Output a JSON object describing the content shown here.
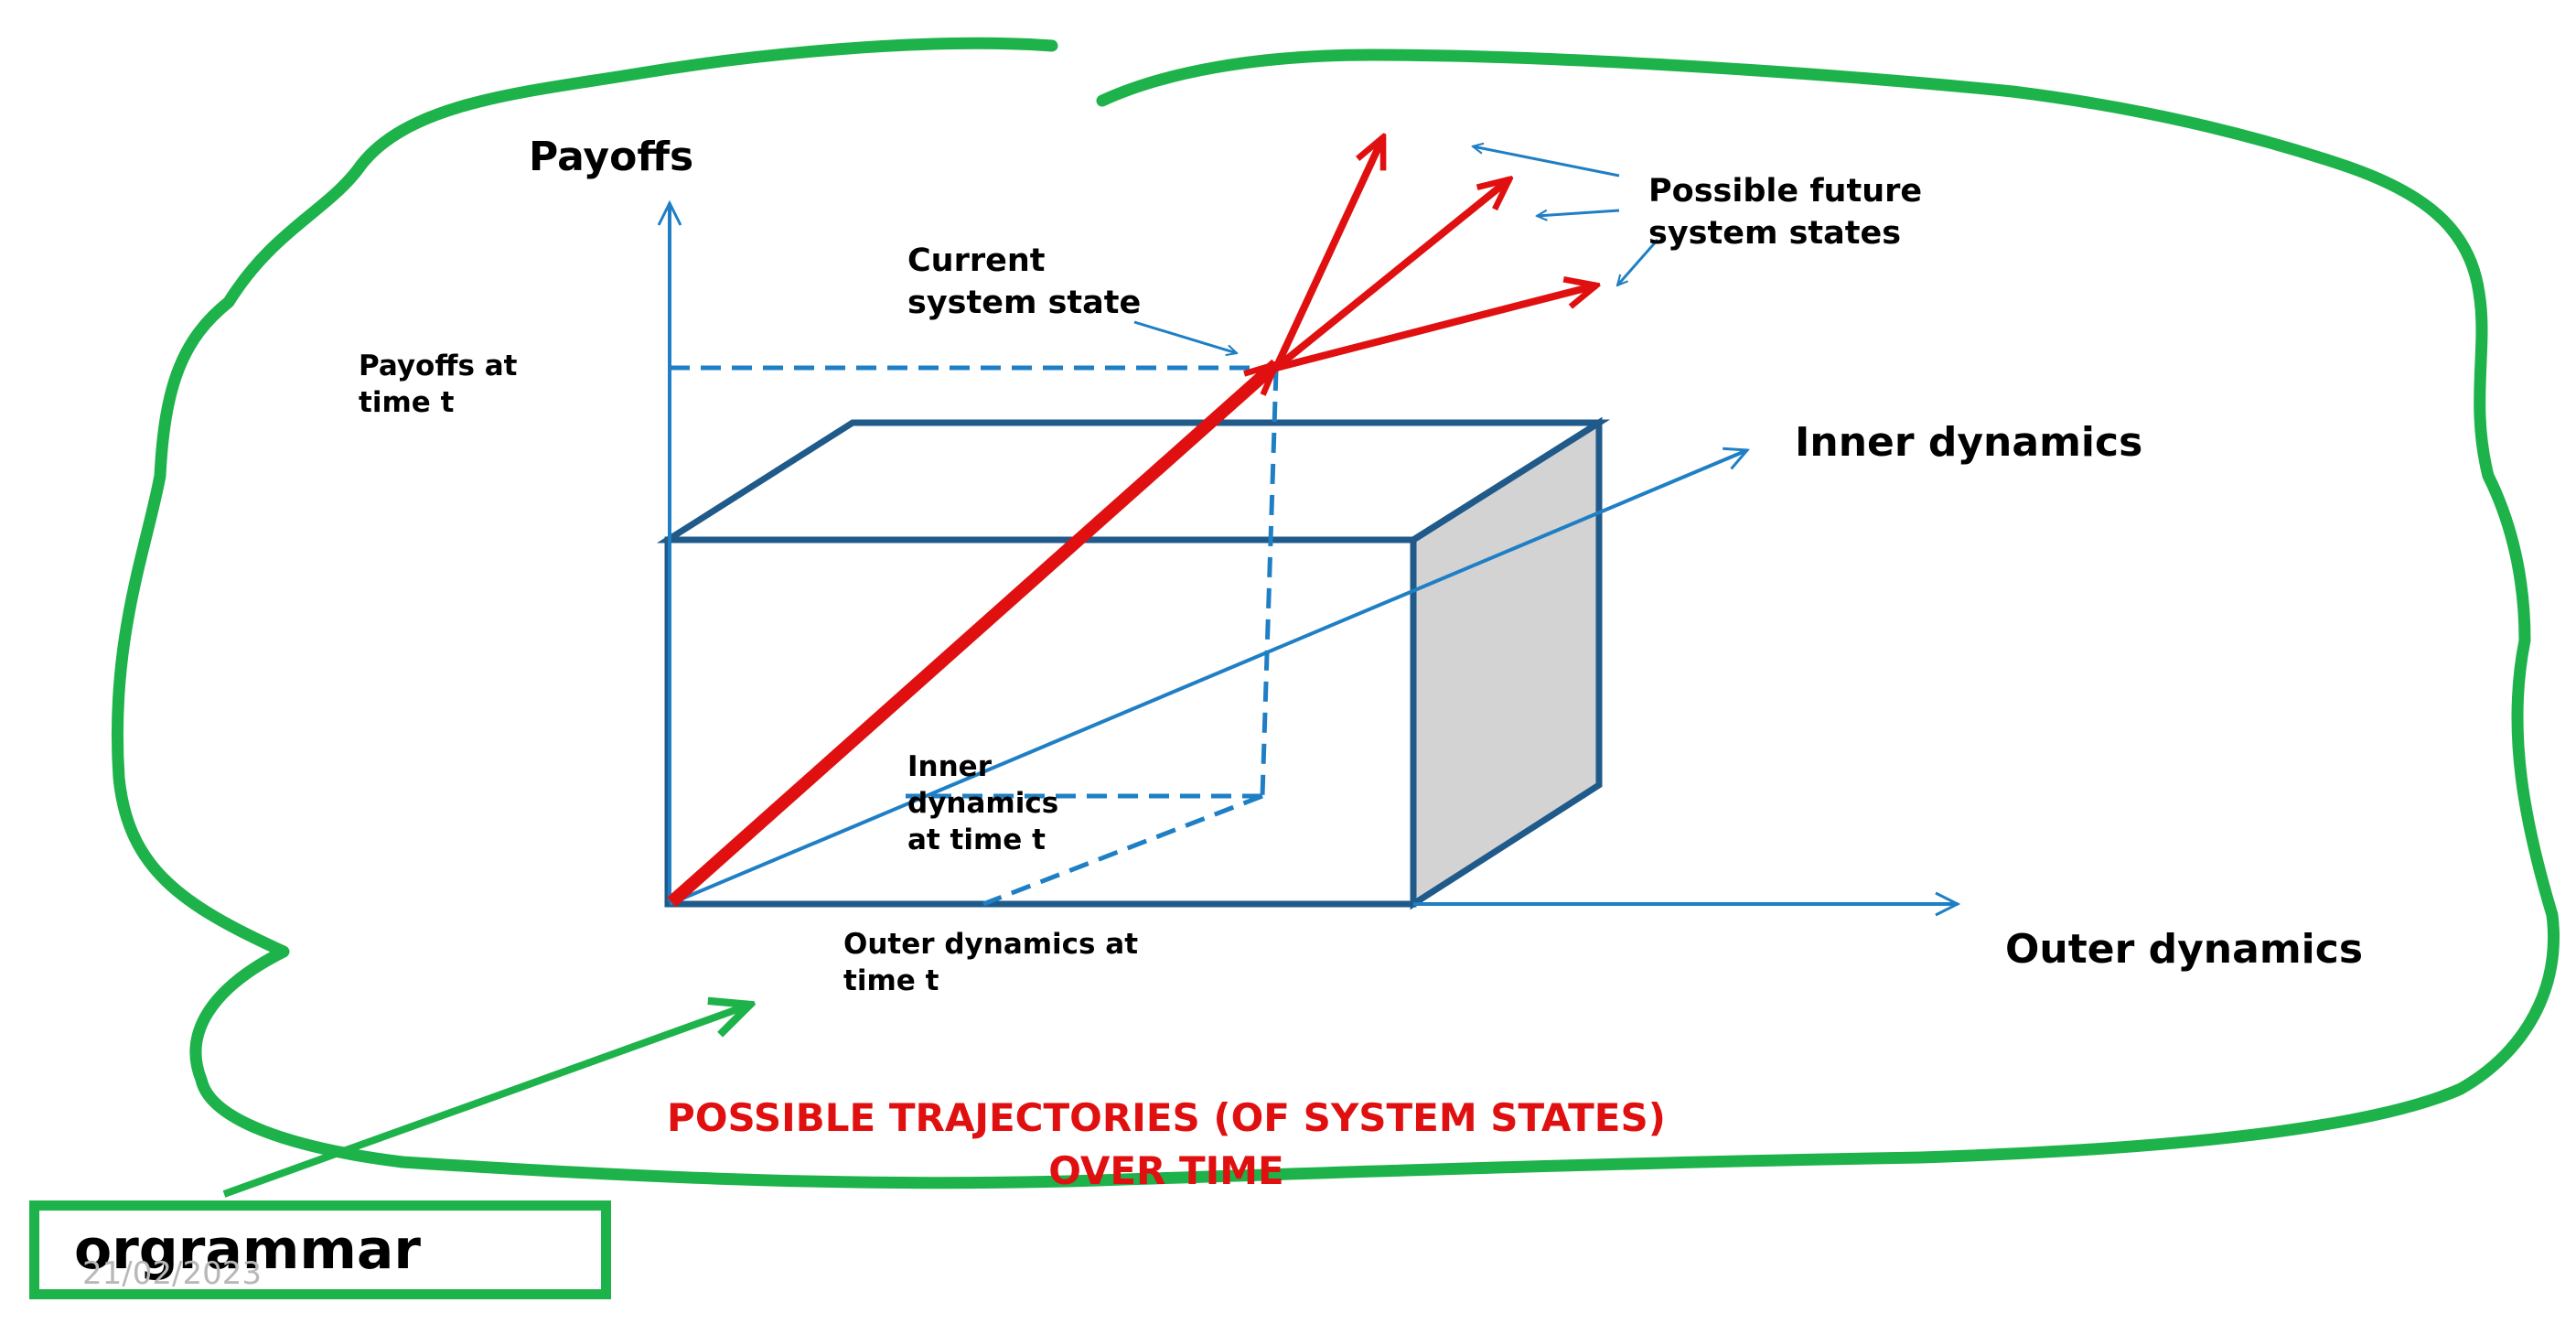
{
  "labels": {
    "payoffs": "Payoffs",
    "payoffs_at_t": "Payoffs at\ntime t",
    "current_state": "Current\nsystem state",
    "future_states": "Possible future\nsystem states",
    "inner_dynamics": "Inner dynamics",
    "inner_at_t": "Inner\ndynamics\n at time t",
    "outer_at_t": "Outer dynamics at\ntime t",
    "outer_dynamics": "Outer dynamics"
  },
  "title": "POSSIBLE TRAJECTORIES (OF SYSTEM STATES)\nOVER TIME",
  "stamp": "orgrammar",
  "date": "21/02/2023",
  "colors": {
    "axis": "#1f7fc4",
    "box": "#1f5a8a",
    "trajectory": "#e01010",
    "title": "#e01010",
    "outline": "#1db34a",
    "box_side": "#d3d3d3"
  }
}
